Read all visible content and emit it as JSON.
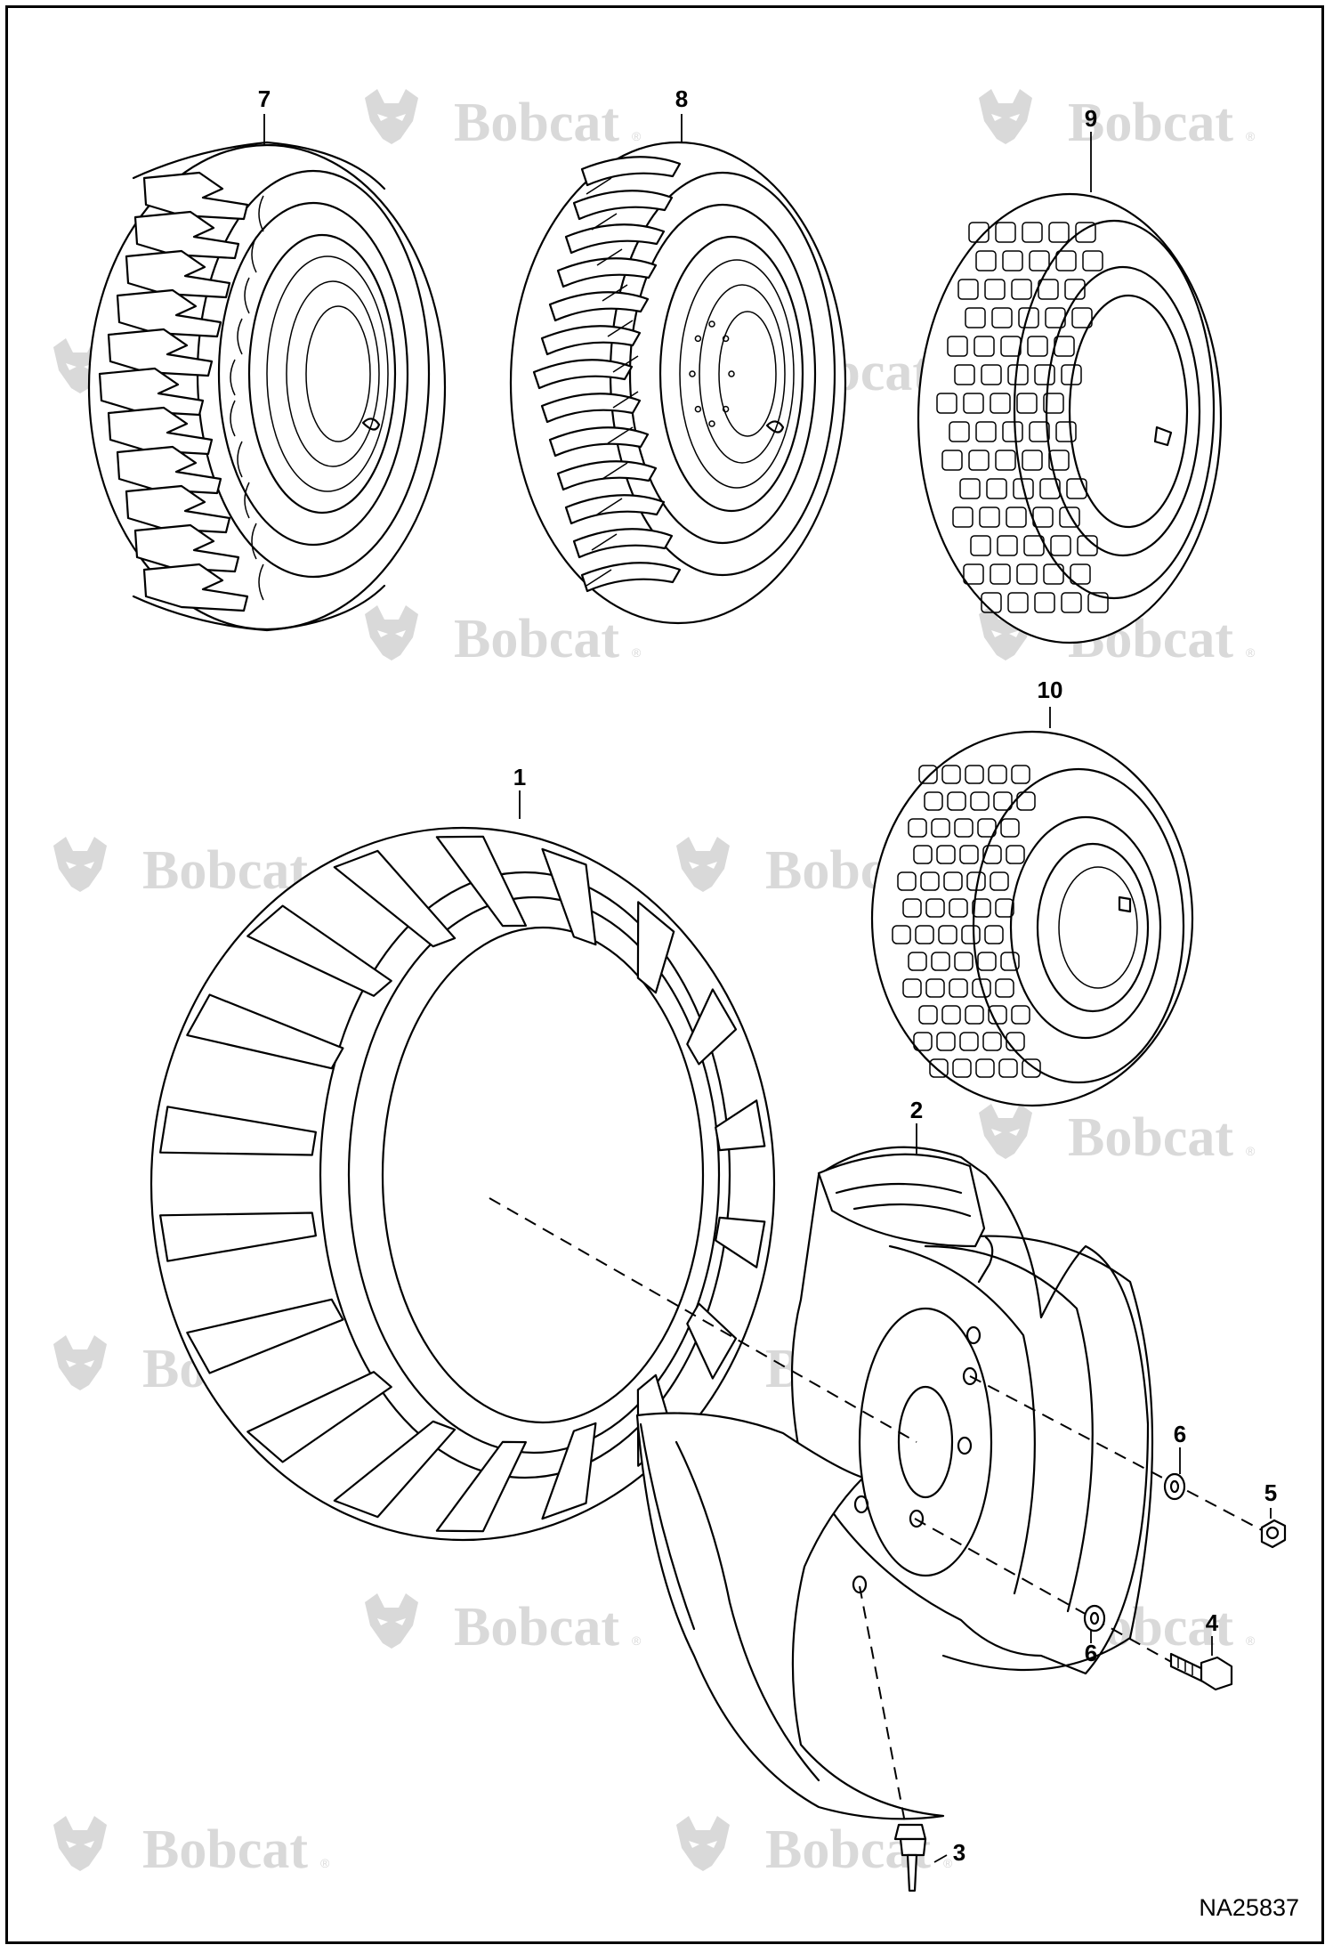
{
  "diagram": {
    "drawing_id": "NA25837",
    "watermark": {
      "text": "Bobcat",
      "mark": "®"
    },
    "callouts": [
      "1",
      "2",
      "3",
      "4",
      "5",
      "6",
      "6",
      "7",
      "8",
      "9",
      "10"
    ]
  }
}
